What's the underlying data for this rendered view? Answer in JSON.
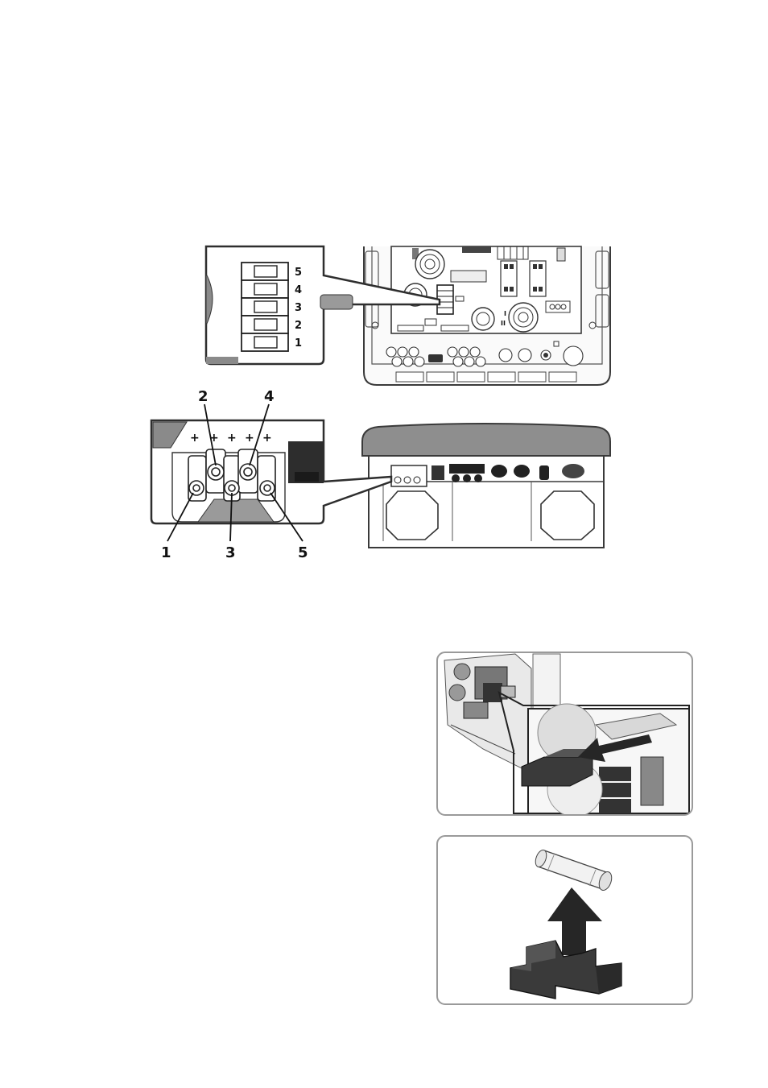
{
  "top_figure": {
    "fuse_slot_labels": [
      "5",
      "4",
      "3",
      "2",
      "1"
    ]
  },
  "middle_figure": {
    "callouts_top": [
      "2",
      "4"
    ],
    "callouts_bottom": [
      "1",
      "3",
      "5"
    ],
    "plus_marks": [
      "+",
      "+",
      "+",
      "+",
      "+"
    ]
  },
  "colors": {
    "outline": "#3a3a3a",
    "housing_grey": "#8a8a8a",
    "dark_part": "#2b2b2b",
    "panel_border": "#9a9a9a"
  }
}
